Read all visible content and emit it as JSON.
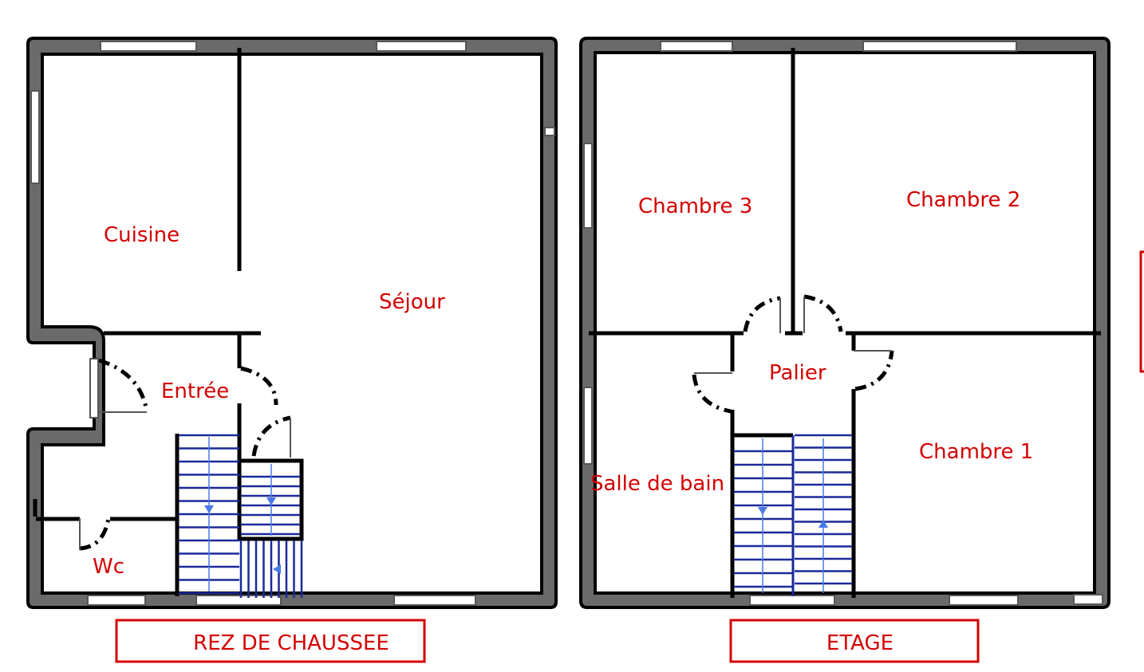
{
  "plans": [
    {
      "floor_label": "REZ DE CHAUSSEE",
      "rooms": {
        "cuisine": "Cuisine",
        "sejour": "Séjour",
        "entree": "Entrée",
        "wc": "Wc"
      }
    },
    {
      "floor_label": "ETAGE",
      "rooms": {
        "chambre3": "Chambre 3",
        "chambre2": "Chambre 2",
        "palier": "Palier",
        "chambre1": "Chambre 1",
        "salle_de_bain": "Salle de bain"
      }
    }
  ],
  "colors": {
    "label_red": "#d40000",
    "wall_gray": "#6a6a6a",
    "stair_blue": "#1a2a9a"
  }
}
